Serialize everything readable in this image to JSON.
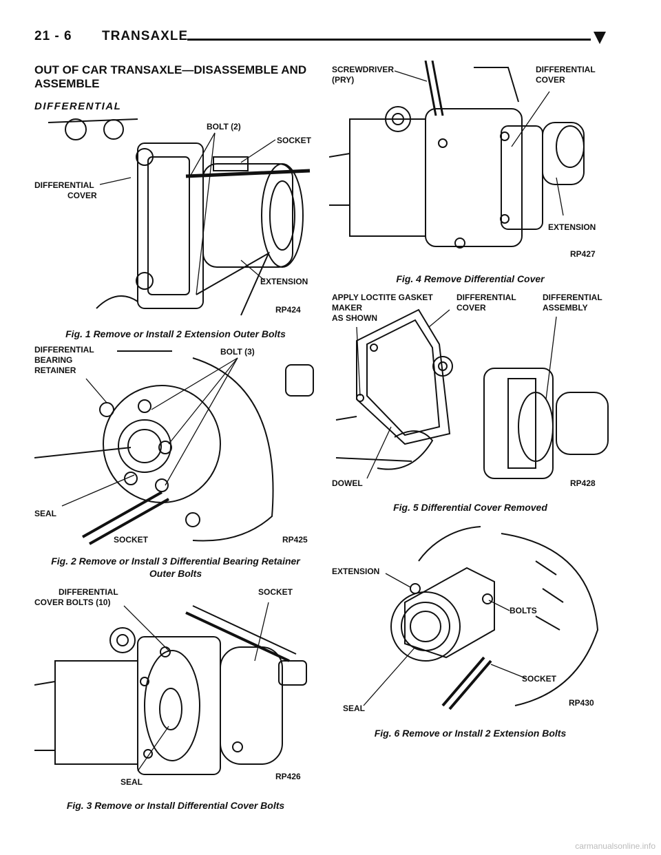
{
  "header": {
    "page_number": "21 - 6",
    "section": "TRANSAXLE"
  },
  "title": "OUT OF CAR TRANSAXLE—DISASSEMBLE AND ASSEMBLE",
  "subtitle": "DIFFERENTIAL",
  "figures": {
    "fig1": {
      "caption": "Fig. 1 Remove or Install 2 Extension Outer Bolts",
      "code": "RP424",
      "labels": {
        "bolt": "BOLT (2)",
        "socket": "SOCKET",
        "cover": "DIFFERENTIAL",
        "cover2": "COVER",
        "extension": "EXTENSION"
      }
    },
    "fig2": {
      "caption": "Fig. 2 Remove or Install 3 Differential Bearing Retainer Outer Bolts",
      "code": "RP425",
      "labels": {
        "retainer1": "DIFFERENTIAL",
        "retainer2": "BEARING",
        "retainer3": "RETAINER",
        "bolt": "BOLT (3)",
        "seal": "SEAL",
        "socket": "SOCKET"
      }
    },
    "fig3": {
      "caption": "Fig. 3 Remove or Install Differential Cover Bolts",
      "code": "RP426",
      "labels": {
        "bolts1": "DIFFERENTIAL",
        "bolts2": "COVER BOLTS (10)",
        "socket": "SOCKET",
        "seal": "SEAL"
      }
    },
    "fig4": {
      "caption": "Fig. 4 Remove Differential Cover",
      "code": "RP427",
      "labels": {
        "screwdriver1": "SCREWDRIVER",
        "screwdriver2": "(PRY)",
        "cover1": "DIFFERENTIAL",
        "cover2": "COVER",
        "extension": "EXTENSION"
      }
    },
    "fig5": {
      "caption": "Fig. 5 Differential Cover Removed",
      "code": "RP428",
      "labels": {
        "loctite1": "APPLY LOCTITE GASKET",
        "loctite2": "MAKER",
        "loctite3": "AS SHOWN",
        "cover1": "DIFFERENTIAL",
        "cover2": "COVER",
        "assembly1": "DIFFERENTIAL",
        "assembly2": "ASSEMBLY",
        "dowel": "DOWEL"
      }
    },
    "fig6": {
      "caption": "Fig. 6 Remove or Install 2 Extension Bolts",
      "code": "RP430",
      "labels": {
        "extension": "EXTENSION",
        "bolts": "BOLTS",
        "socket": "SOCKET",
        "seal": "SEAL"
      }
    }
  },
  "footer": "carmanualsonline.info"
}
